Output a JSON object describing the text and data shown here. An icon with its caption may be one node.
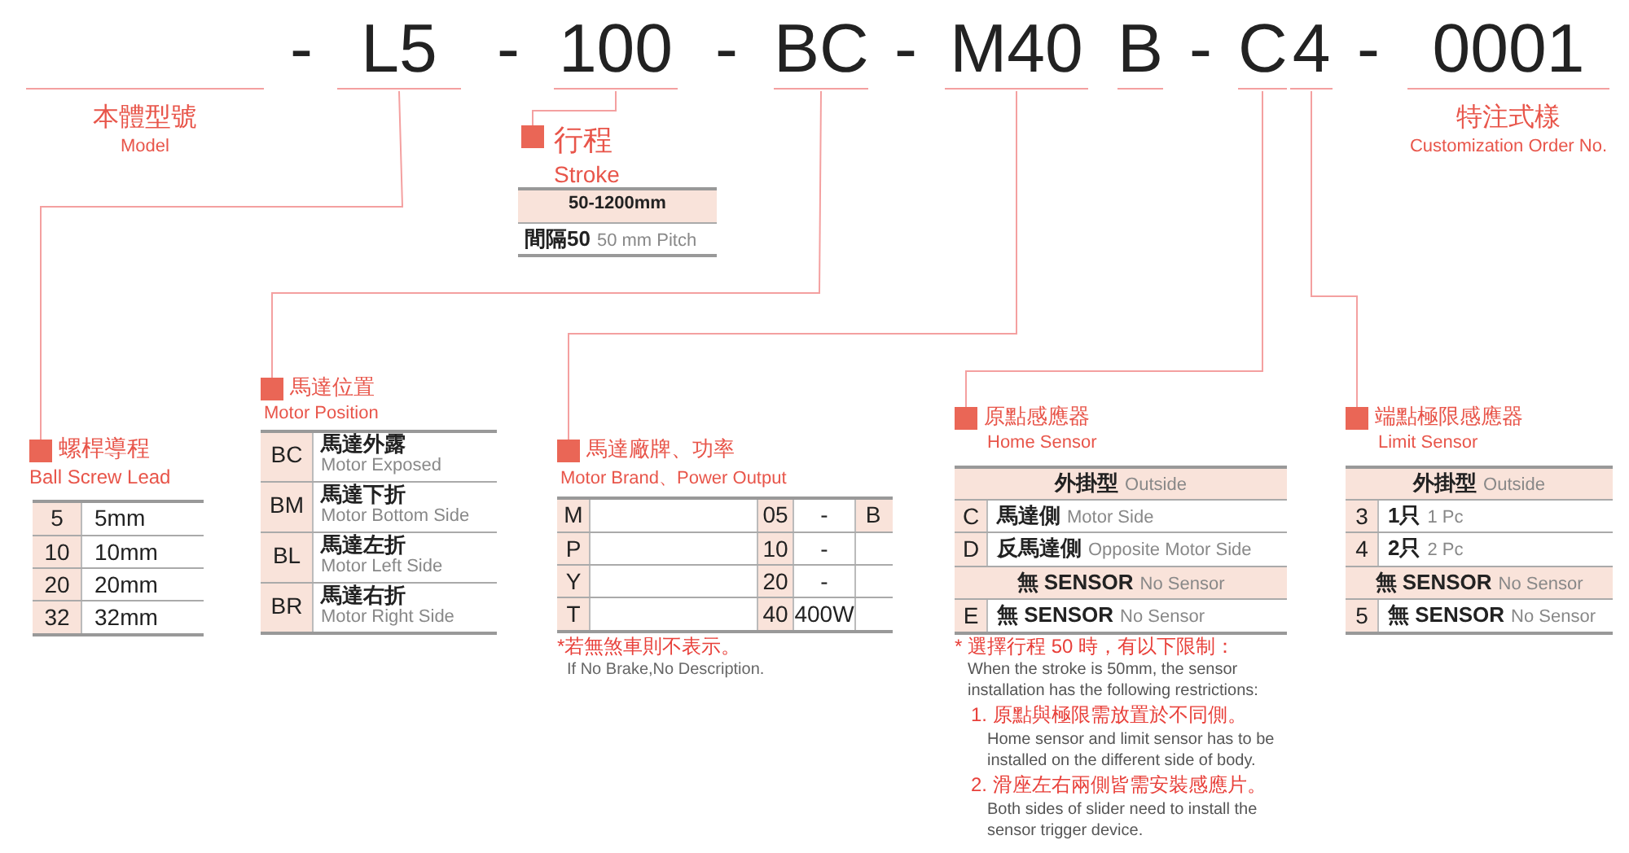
{
  "diagram": {
    "nodes": [
      {
        "text": [],
        "shape": "bar",
        "beside": [
          "本體型號",
          "Model"
        ]
      },
      {
        "text": [
          "L5"
        ]
      },
      {
        "text": [
          "100"
        ]
      },
      {
        "text": [
          "BC"
        ]
      },
      {
        "text": [
          "M40"
        ]
      },
      {
        "text": [
          "B"
        ]
      },
      {
        "text": [
          "C"
        ]
      },
      {
        "text": [
          "4"
        ]
      },
      {
        "text": [
          "0001"
        ],
        "beside": [
          "特注式樣",
          "Customization Order No."
        ]
      },
      {
        "text": [
          "螺桿導程",
          "Ball Screw Lead"
        ]
      },
      {
        "text": [
          "行程",
          "Stroke"
        ]
      },
      {
        "text": [
          "馬達位置",
          "Motor Position"
        ]
      },
      {
        "text": [
          "馬達廠牌、功率",
          "Motor Brand、Power Output"
        ]
      },
      {
        "text": [
          "原點感應器",
          "Home Sensor"
        ]
      },
      {
        "text": [
          "端點極限感應器",
          "Limit Sensor"
        ]
      }
    ],
    "edges": [
      {
        "from": 1,
        "to": 9,
        "arrow": "none"
      },
      {
        "from": 2,
        "to": 10,
        "arrow": "none"
      },
      {
        "from": 3,
        "to": 11,
        "arrow": "none"
      },
      {
        "from": 4,
        "to": 12,
        "arrow": "none"
      },
      {
        "from": 6,
        "to": 13,
        "arrow": "none"
      },
      {
        "from": 7,
        "to": 14,
        "arrow": "none"
      }
    ],
    "labels": [
      "-",
      "-",
      "-",
      "-",
      "-",
      "-",
      "5",
      "5mm",
      "10",
      "10mm",
      "20",
      "20mm",
      "32",
      "32mm",
      "50-1200mm",
      "間隔50",
      "50 mm Pitch",
      "BC",
      "馬達外露",
      "Motor Exposed",
      "BM",
      "馬達下折",
      "Motor Bottom Side",
      "BL",
      "馬達左折",
      "Motor Left Side",
      "BR",
      "馬達右折",
      "Motor Right Side",
      "M",
      "05",
      "-",
      "B",
      "P",
      "10",
      "-",
      "Y",
      "20",
      "-",
      "T",
      "40",
      "400W",
      "*若無煞車則不表示。",
      "If No Brake,No Description.",
      "外掛型",
      "Outside",
      "C",
      "馬達側",
      "Motor Side",
      "D",
      "反馬達側",
      "Opposite Motor Side",
      "無 SENSOR",
      "No Sensor",
      "E",
      "無 SENSOR",
      "No Sensor",
      "* 選擇行程 50 時，有以下限制：",
      "When the stroke is 50mm, the sensor installation has the following restrictions:",
      "1. 原點與極限需放置於不同側。",
      "Home sensor and limit sensor has to be installed on the different side of body.",
      "2. 滑座左右兩側皆需安裝感應片。",
      "Both sides of slider need to install the sensor trigger device.",
      "外掛型",
      "Outside",
      "3",
      "1只",
      "1 Pc",
      "4",
      "2只",
      "2 Pc",
      "無 SENSOR",
      "No Sensor",
      "5",
      "無 SENSOR",
      "No Sensor"
    ]
  }
}
